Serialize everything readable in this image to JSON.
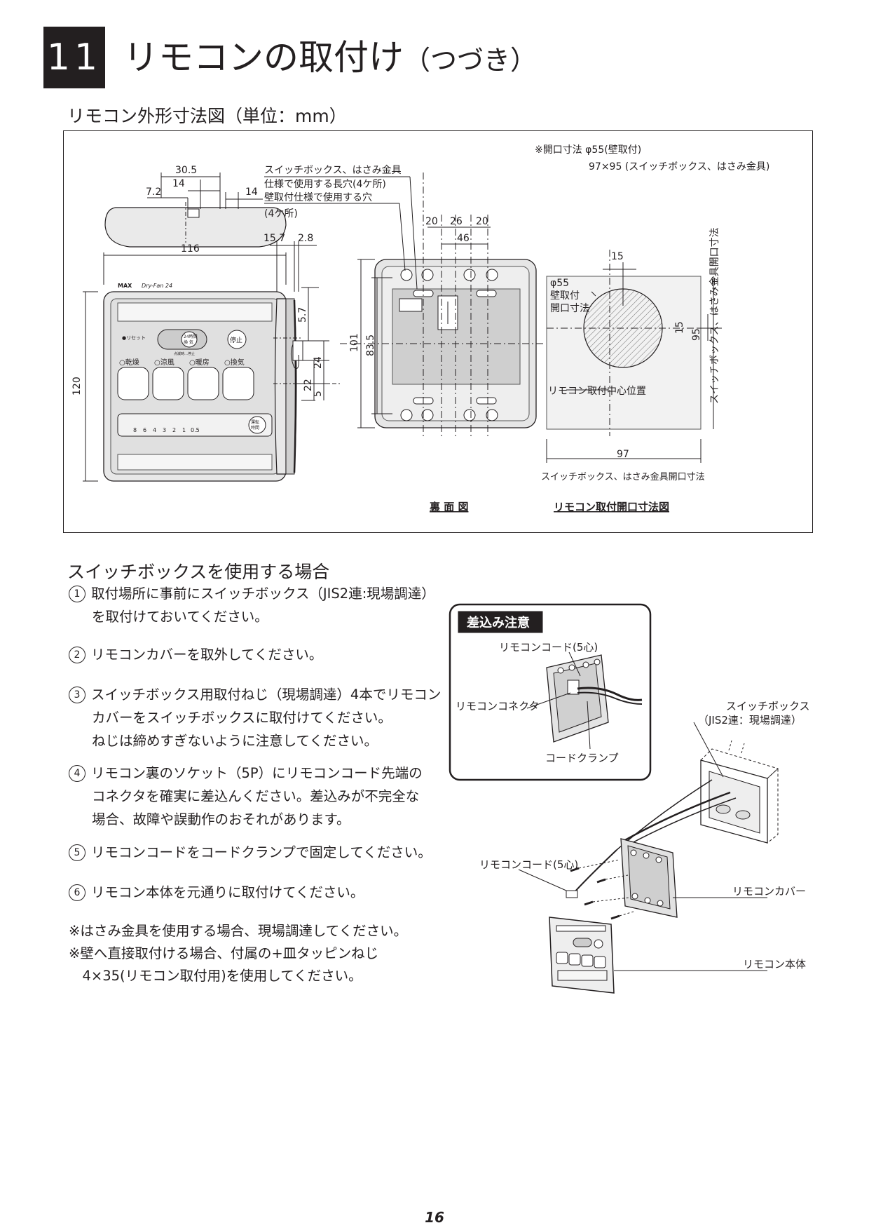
{
  "section": {
    "number": "11",
    "title": "リモコンの取付け",
    "title_suffix": "（つづき）"
  },
  "dimension_title": "リモコン外形寸法図（単位：mm）",
  "diagram": {
    "opening_note_1": "※開口寸法 φ55(壁取付)",
    "opening_note_2": "97×95 (スイッチボックス、はさみ金具)",
    "slot_label_1": "スイッチボックス、はさみ金具",
    "slot_label_2": "仕様で使用する長穴(4ケ所)",
    "hole_label_1": "壁取付仕様で使用する穴",
    "hole_label_2": "(4ケ所)",
    "dims": {
      "d30_5": "30.5",
      "d14a": "14",
      "d7_2": "7.2",
      "d14b": "14",
      "d116": "116",
      "d120": "120",
      "d15_7": "15.7",
      "d2_8": "2.8",
      "d5_7": "5.7",
      "d24": "24",
      "d22": "22",
      "d5": "5",
      "d20a": "20",
      "d26": "26",
      "d20b": "20",
      "d46": "46",
      "d101": "101",
      "d83_5": "83.5",
      "d15a": "15",
      "d15b": "15",
      "d95": "95",
      "d97": "97"
    },
    "remote": {
      "brand": "MAX",
      "model": "Dry-Fan 24",
      "reset": "●リセット",
      "vent24_1": "24時間",
      "vent24_2": "換 気",
      "vent_sub": "点滅時…停止",
      "stop": "停止",
      "modes": [
        "○乾燥",
        "○涼風",
        "○暖房",
        "○換気"
      ],
      "timer_labels": [
        "8",
        "6",
        "4",
        "3",
        "2",
        "1",
        "0.5"
      ],
      "run_1": "運転",
      "run_2": "時間"
    },
    "phi_label": "φ55",
    "wall_open_1": "壁取付",
    "wall_open_2": "開口寸法",
    "center_label": "リモコン取付中心位置",
    "bottom_label": "スイッチボックス、はさみ金具開口寸法",
    "side_label": "スイッチボックス、はさみ金具開口寸法",
    "back_view_caption": "裏 面 図",
    "opening_caption": "リモコン取付開口寸法図"
  },
  "switchbox": {
    "title": "スイッチボックスを使用する場合",
    "steps": [
      {
        "num": "1",
        "lines": [
          "取付場所に事前にスイッチボックス（JIS2連:現場調達）",
          "を取付けておいてください。"
        ]
      },
      {
        "num": "2",
        "lines": [
          "リモコンカバーを取外してください。"
        ]
      },
      {
        "num": "3",
        "lines": [
          "スイッチボックス用取付ねじ（現場調達）4本でリモコン",
          "カバーをスイッチボックスに取付けてください。",
          "ねじは締めすぎないように注意してください。"
        ]
      },
      {
        "num": "4",
        "lines": [
          "リモコン裏のソケット（5P）にリモコンコード先端の",
          "コネクタを確実に差込んください。差込みが不完全な",
          "場合、故障や誤動作のおそれがあります。"
        ]
      },
      {
        "num": "5",
        "lines": [
          "リモコンコードをコードクランプで固定してください。"
        ]
      },
      {
        "num": "6",
        "lines": [
          "リモコン本体を元通りに取付けてください。"
        ]
      }
    ],
    "notes": [
      "※はさみ金具を使用する場合、現場調達してください。",
      "※壁へ直接取付ける場合、付属の+皿タッピンねじ",
      "　4×35(リモコン取付用)を使用してください。"
    ]
  },
  "illustration": {
    "caution_title": "差込み注意",
    "cord_label": "リモコンコード(5心)",
    "connector_label": "リモコンコネクタ",
    "clamp_label": "コードクランプ",
    "switchbox_label_1": "スイッチボックス",
    "switchbox_label_2": "（JIS2連：現場調達）",
    "cord_label_2": "リモコンコード(5心)",
    "cover_label": "リモコンカバー",
    "body_label": "リモコン本体"
  },
  "page_number": "16"
}
